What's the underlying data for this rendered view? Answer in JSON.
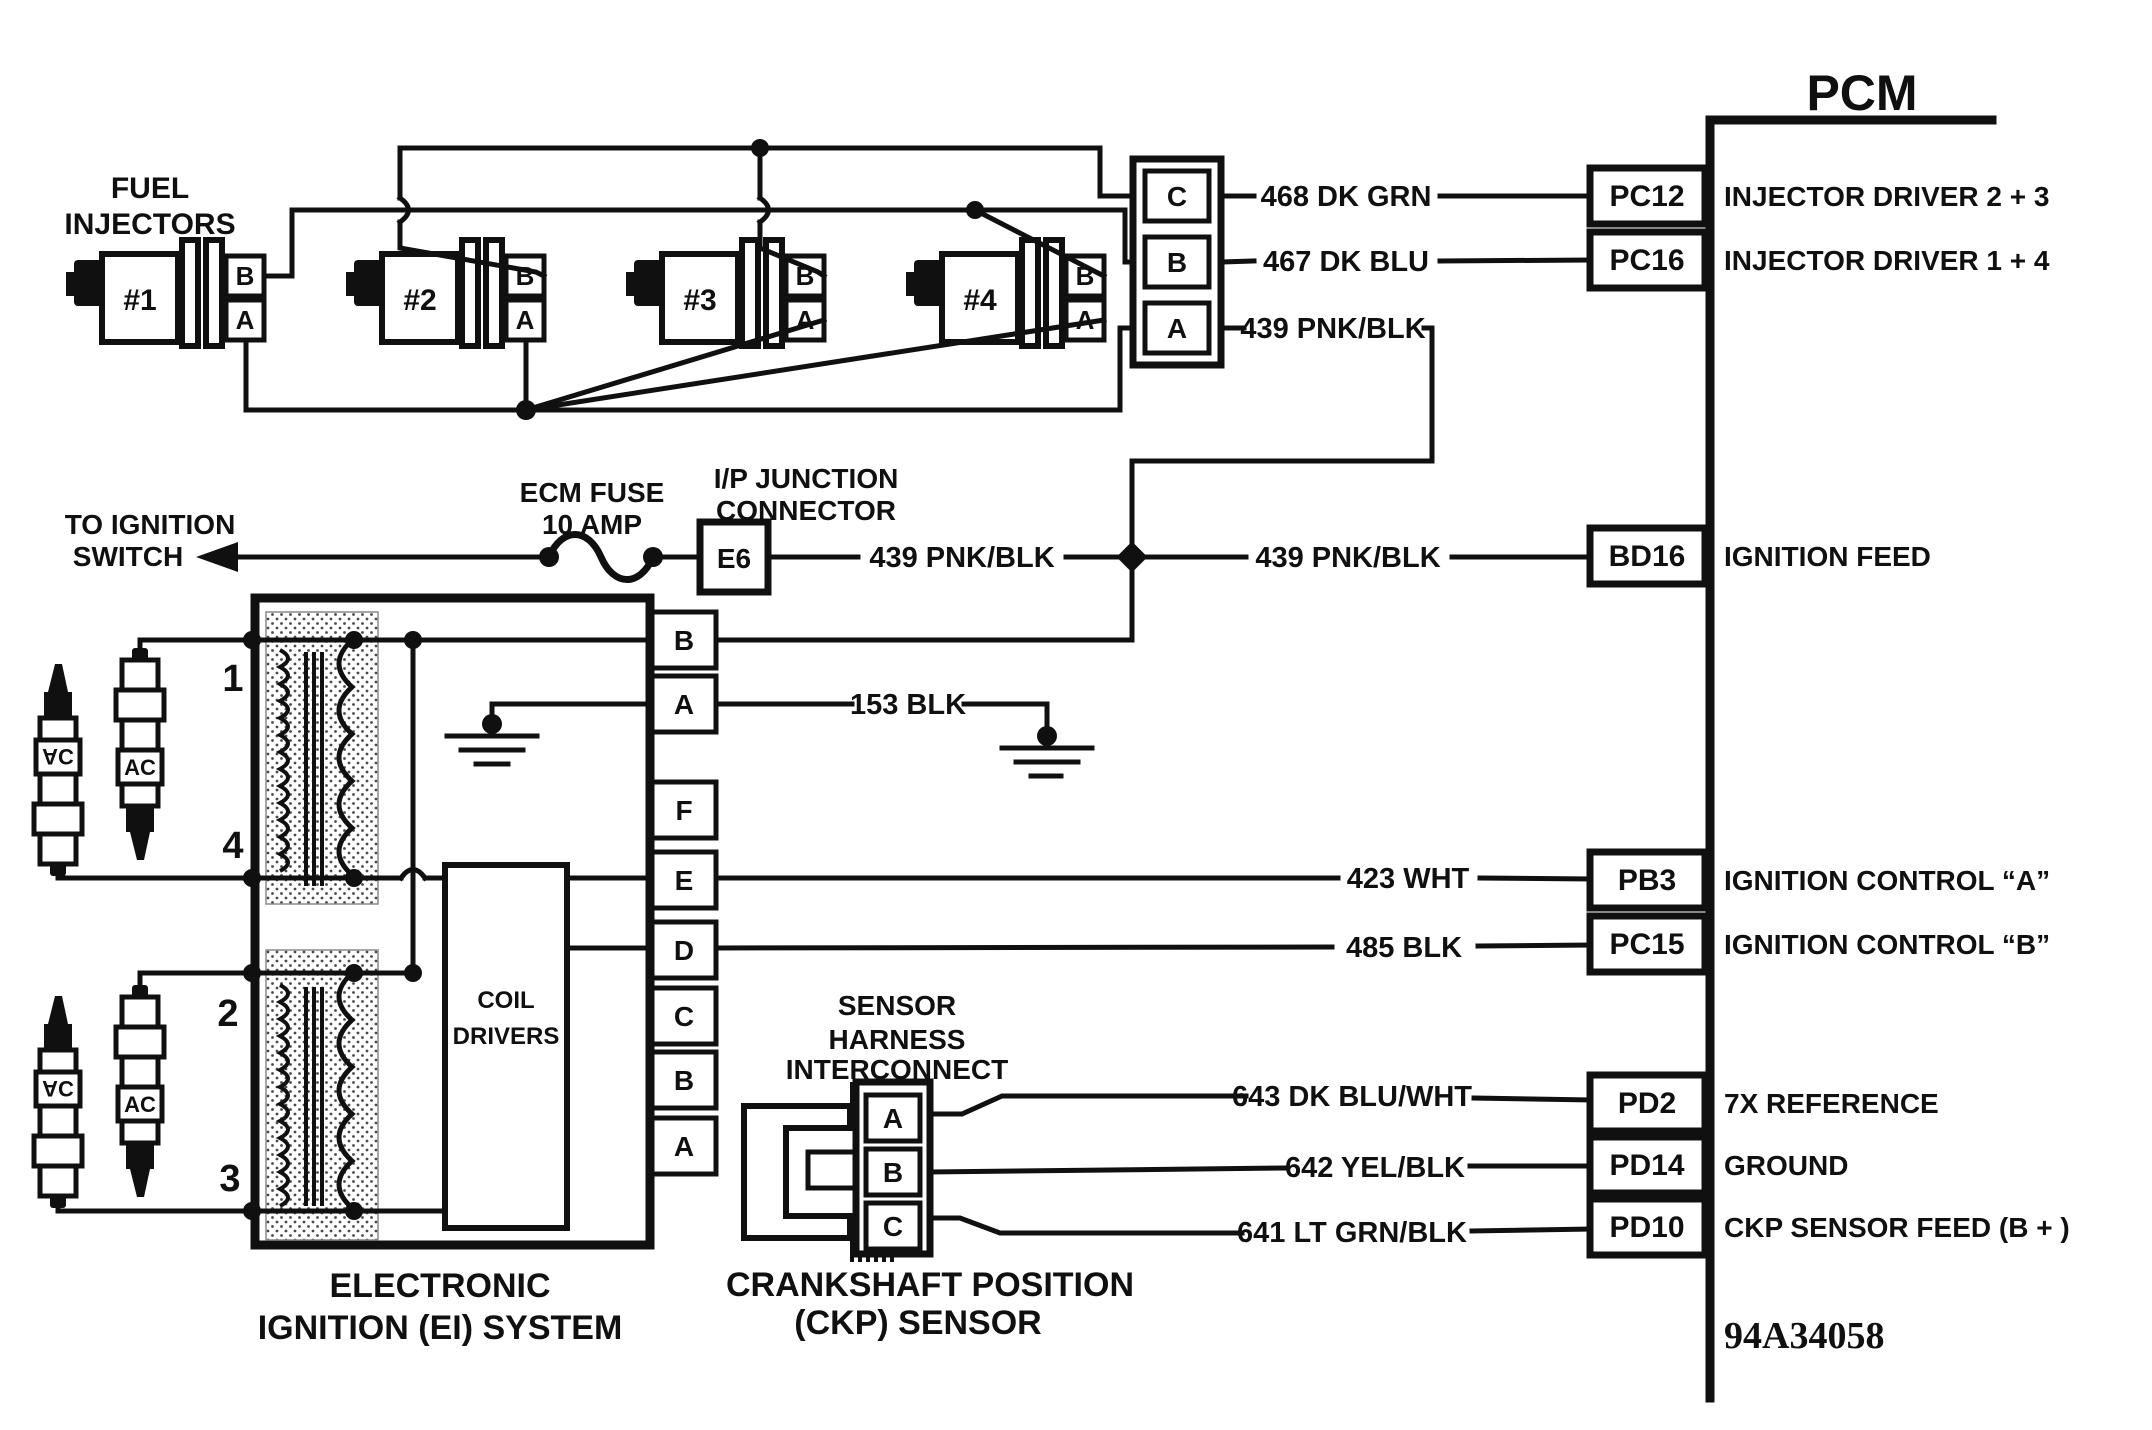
{
  "pcm": {
    "title": "PCM",
    "code": "94A34058",
    "terminals": [
      {
        "pin": "PC12",
        "function": "INJECTOR DRIVER 2  +  3"
      },
      {
        "pin": "PC16",
        "function": "INJECTOR DRIVER 1  +  4"
      },
      {
        "pin": "BD16",
        "function": "IGNITION FEED"
      },
      {
        "pin": "PB3",
        "function": "IGNITION CONTROL “A”"
      },
      {
        "pin": "PC15",
        "function": "IGNITION CONTROL “B”"
      },
      {
        "pin": "PD2",
        "function": "7X REFERENCE"
      },
      {
        "pin": "PD14",
        "function": "GROUND"
      },
      {
        "pin": "PD10",
        "function": "CKP SENSOR FEED (B + )"
      }
    ]
  },
  "wires": {
    "inj_23": "468 DK GRN",
    "inj_14": "467 DK BLU",
    "ign_feed": "439 PNK/BLK",
    "ground": "153 BLK",
    "ign_ctrl_a": "423 WHT",
    "ign_ctrl_b": "485 BLK",
    "ref_7x": "643 DK BLU/WHT",
    "sensor_gnd": "642 YEL/BLK",
    "sensor_feed": "641 LT GRN/BLK"
  },
  "injectors": {
    "title1": "FUEL",
    "title2": "INJECTORS",
    "units": [
      "#1",
      "#2",
      "#3",
      "#4"
    ],
    "pin_b": "B",
    "pin_a": "A",
    "connector_pins": [
      "C",
      "B",
      "A"
    ]
  },
  "ignition_feed": {
    "switch1": "TO IGNITION",
    "switch2": "SWITCH",
    "fuse1": "ECM FUSE",
    "fuse2": "10 AMP",
    "junction1": "I/P JUNCTION",
    "junction2": "CONNECTOR",
    "junction_pin": "E6"
  },
  "ei": {
    "caption1": "ELECTRONIC",
    "caption2": "IGNITION (EI) SYSTEM",
    "drivers1": "COIL",
    "drivers2": "DRIVERS",
    "pins": [
      "B",
      "A",
      "F",
      "E",
      "D",
      "C",
      "B",
      "A"
    ],
    "cyl": [
      "1",
      "4",
      "2",
      "3"
    ],
    "plug_brand": "AC"
  },
  "ckp": {
    "t1": "SENSOR",
    "t2": "HARNESS",
    "t3": "INTERCONNECT",
    "pins": [
      "A",
      "B",
      "C"
    ],
    "c1": "CRANKSHAFT POSITION",
    "c2": "(CKP) SENSOR"
  }
}
